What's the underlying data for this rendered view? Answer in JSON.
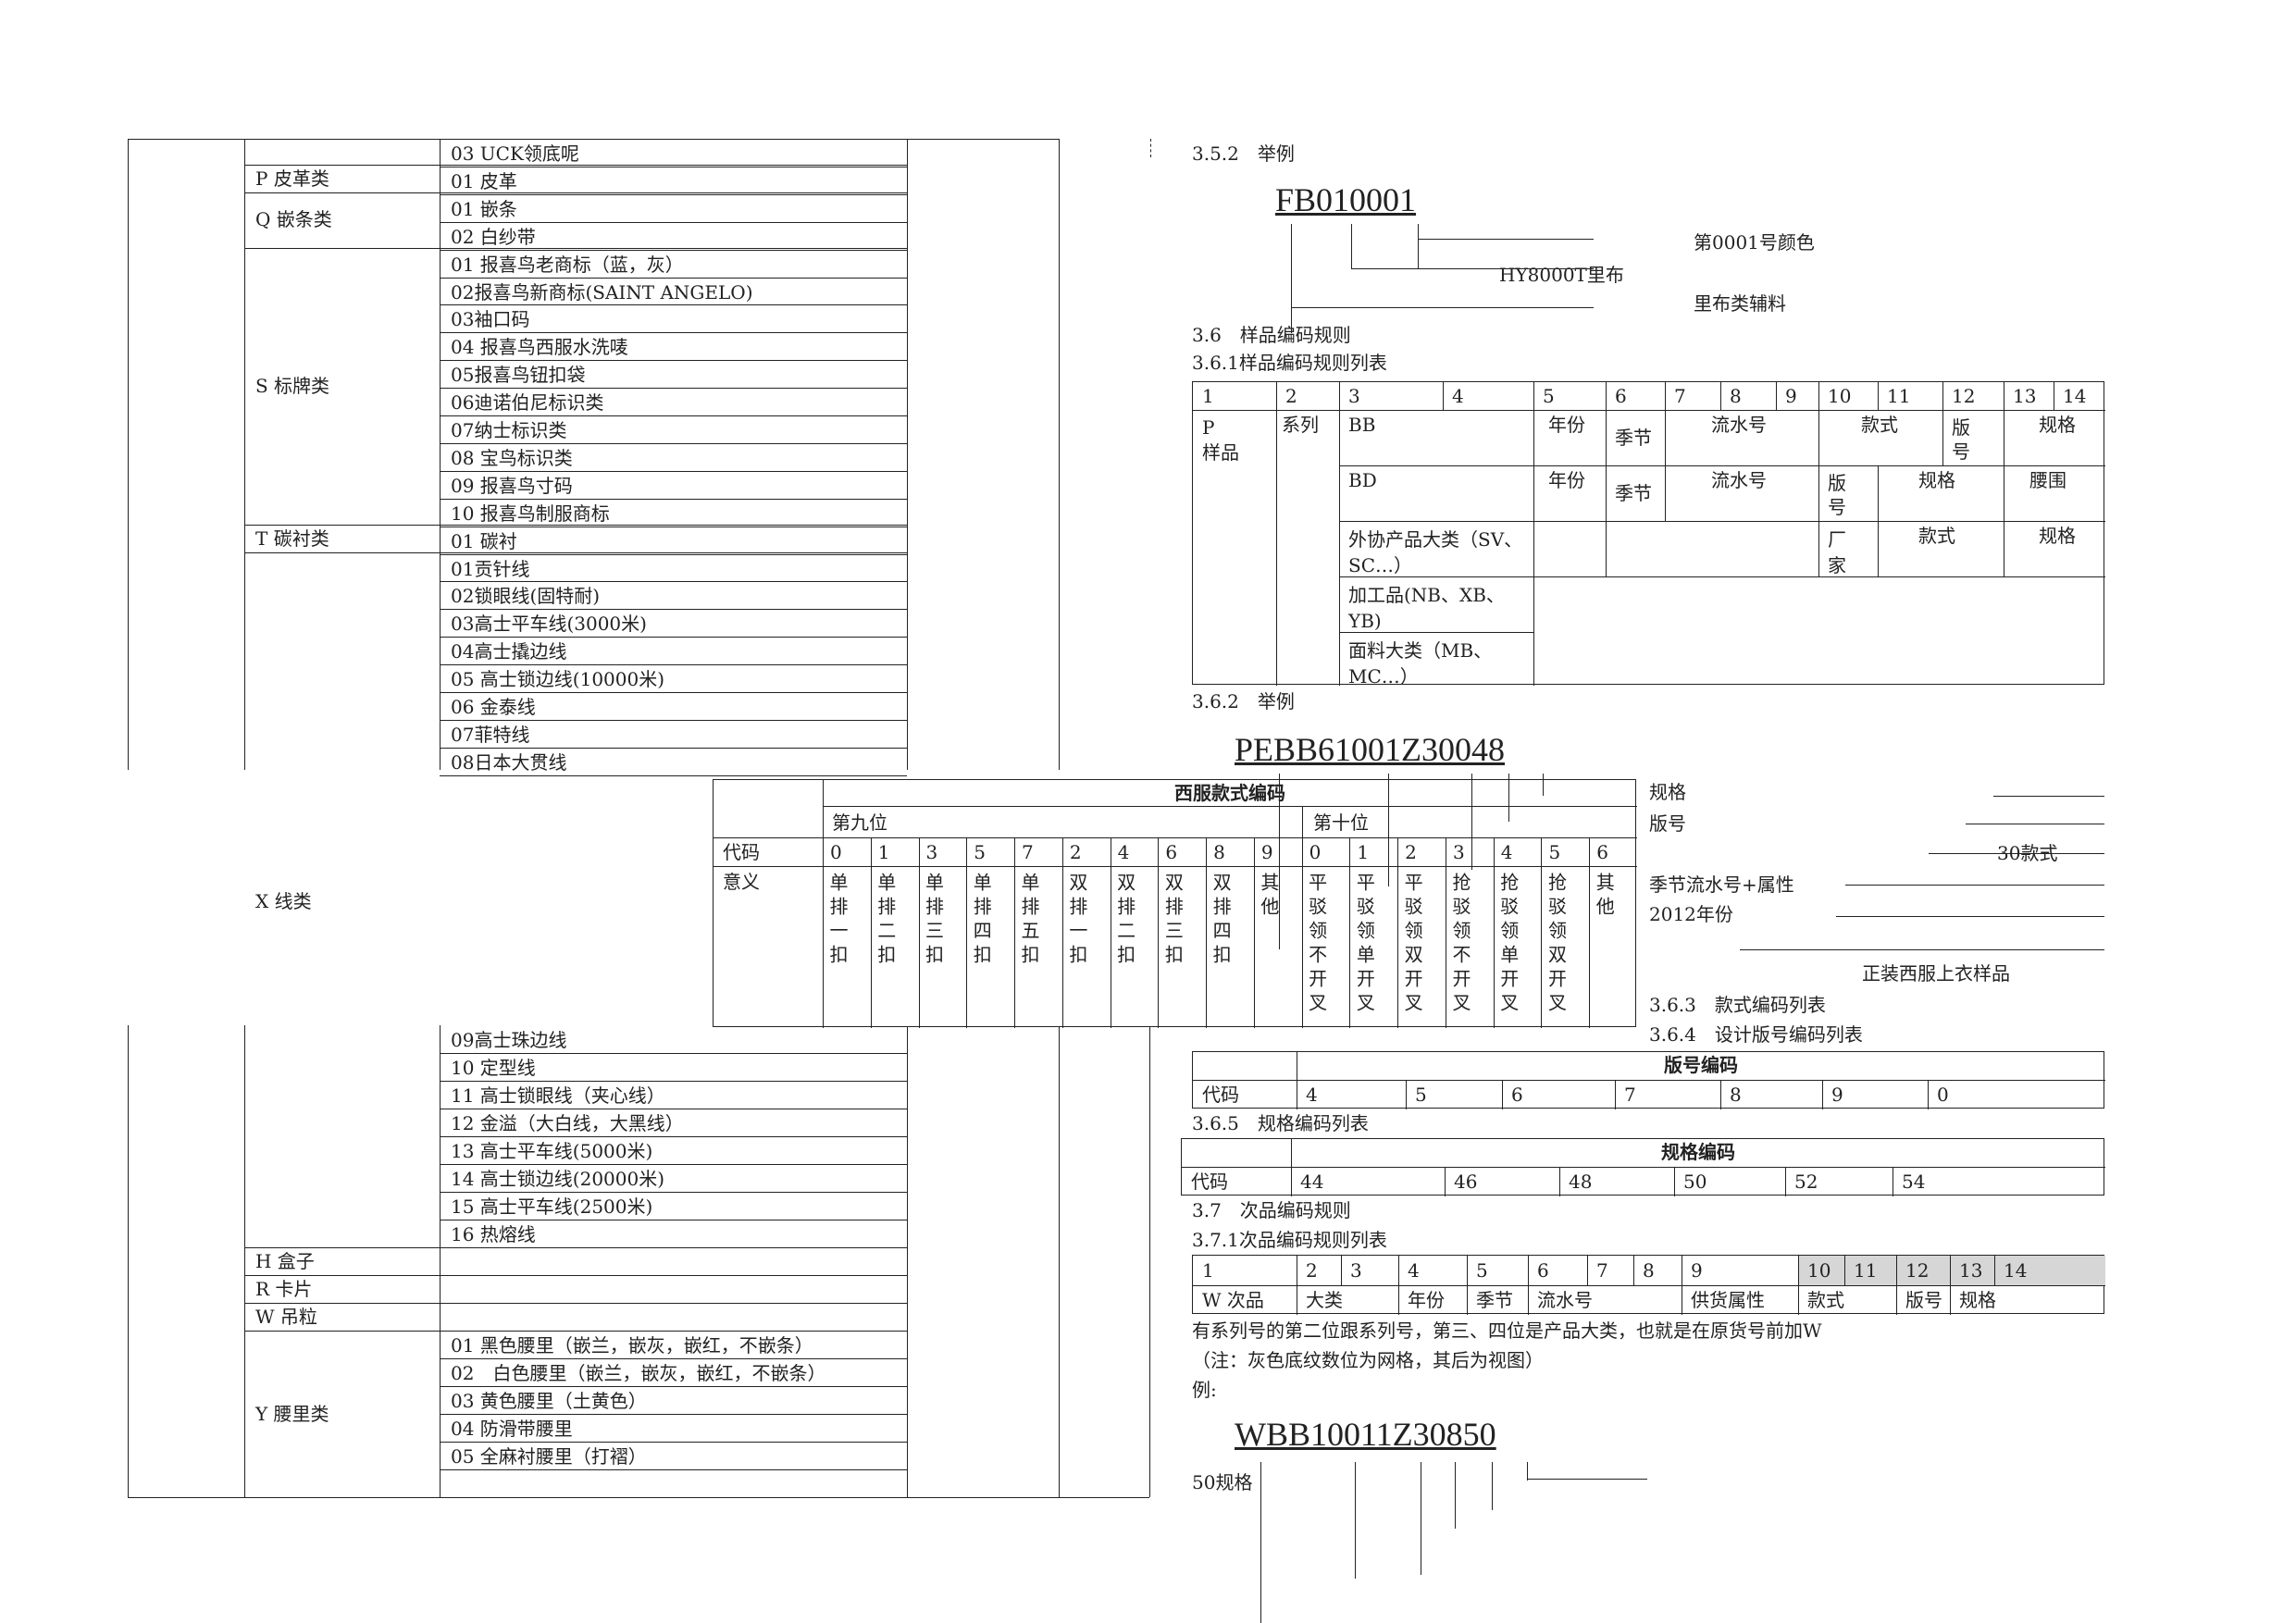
{
  "left_table": {
    "categories": [
      {
        "label": "P 皮革类"
      },
      {
        "label": "Q 嵌条类"
      },
      {
        "label": "S 标牌类"
      },
      {
        "label": "T 碳衬类"
      },
      {
        "label": "X 线类"
      },
      {
        "label": "H 盒子"
      },
      {
        "label": "R 卡片"
      },
      {
        "label": "W 吊粒"
      },
      {
        "label": "Y 腰里类"
      }
    ],
    "items_top": [
      "03 UCK领底呢",
      "01 皮革",
      "01 嵌条",
      "02 白纱带",
      "01 报喜鸟老商标（蓝，灰）",
      "02报喜鸟新商标(SAINT ANGELO)",
      "03袖口码",
      "04 报喜鸟西服水洗唛",
      "05报喜鸟钮扣袋",
      "06迪诺伯尼标识类",
      "07纳士标识类",
      "08 宝鸟标识类",
      "09 报喜鸟寸码",
      "10 报喜鸟制服商标",
      "01 碳衬",
      "01贡针线",
      "02锁眼线(固特耐)",
      "03高士平车线(3000米)",
      "04高士撬边线",
      "05 高士锁边线(10000米)",
      "06 金泰线",
      "07菲特线",
      "08日本大贯线"
    ],
    "items_bottom": [
      "09高士珠边线",
      "10 定型线",
      "11 高士锁眼线（夹心线）",
      "12 金溢（大白线，大黑线）",
      "13 高士平车线(5000米)",
      "14 高士锁边线(20000米)",
      "15 高士平车线(2500米)",
      "16 热熔线"
    ],
    "items_y": [
      "01 黑色腰里（嵌兰，嵌灰，嵌红，不嵌条）",
      "02　白色腰里（嵌兰，嵌灰，嵌红，不嵌条）",
      "03 黄色腰里（土黄色）",
      "04 防滑带腰里",
      "05 全麻衬腰里（打褶）"
    ]
  },
  "style_table": {
    "title": "西服款式编码",
    "group9": "第九位",
    "group10": "第十位",
    "code_label": "代码",
    "meaning_label": "意义",
    "codes": [
      "0",
      "1",
      "3",
      "5",
      "7",
      "2",
      "4",
      "6",
      "8",
      "9",
      "0",
      "1",
      "2",
      "3",
      "4",
      "5",
      "6"
    ],
    "meanings": [
      "单排一扣",
      "单排二扣",
      "单排三扣",
      "单排四扣",
      "单排五扣",
      "双排一扣",
      "双排二扣",
      "双排三扣",
      "双排四扣",
      "其他",
      "平驳领不开叉",
      "平驳领单开叉",
      "平驳领双开叉",
      "抢驳领不开叉",
      "抢驳领单开叉",
      "抢驳领双开叉",
      "其他"
    ]
  },
  "right": {
    "s352": "3.5.2　举例",
    "example1": {
      "code": "FB010001",
      "l1": "第0001号颜色",
      "l2": "HY8000T里布",
      "l3": "里布类辅料"
    },
    "s36": "3.6　样品编码规则",
    "s361": "3.6.1样品编码规则列表",
    "sample_header": [
      "1",
      "2",
      "3",
      "4",
      "5",
      "6",
      "7",
      "8",
      "9",
      "10",
      "11",
      "12",
      "13",
      "14"
    ],
    "sample": {
      "p": "P\n样品",
      "xilie": "系列",
      "bb": "BB",
      "nianfen": "年份",
      "jijie": "季节",
      "liushui": "流水号",
      "kuanshi": "款式",
      "banhao": "版号",
      "guige": "规格",
      "bd": "BD",
      "nianfen2": "年份",
      "jijie2": "季节",
      "liushui2": "流水号",
      "banhao2": "版号",
      "guige2": "规格",
      "yaowei": "腰围",
      "waixie": "外协产品大类（SV、SC…）",
      "changjia": "厂家",
      "kuanshi2": "款式",
      "guige3": "规格",
      "jiagong": "加工品(NB、XB、YB)",
      "mianliao": "面料大类（MB、MC…）"
    },
    "s362": "3.6.2　举例",
    "example2": {
      "code": "PEBB61001Z30048",
      "l1": "规格",
      "l2": "版号",
      "l3": "30款式",
      "l4": "季节流水号+属性",
      "l5": "2012年份",
      "l6": "正装西服上衣样品"
    },
    "s363": "3.6.3　款式编码列表",
    "s364": "3.6.4　设计版号编码列表",
    "banhao_table": {
      "title": "版号编码",
      "label": "代码",
      "values": [
        "4",
        "5",
        "6",
        "7",
        "8",
        "9",
        "0"
      ]
    },
    "s365": "3.6.5　规格编码列表",
    "guige_table": {
      "title": "规格编码",
      "label": "代码",
      "values": [
        "44",
        "46",
        "48",
        "50",
        "52",
        "54"
      ]
    },
    "s37": "3.7　次品编码规则",
    "s371": "3.7.1次品编码规则列表",
    "ci_header": [
      "1",
      "2",
      "3",
      "4",
      "5",
      "6",
      "7",
      "8",
      "9",
      "10",
      "11",
      "12",
      "13",
      "14"
    ],
    "ci_row": [
      "W 次品",
      "大类",
      "年份",
      "季节",
      "流水号",
      "供货属性",
      "款式",
      "版号",
      "规格"
    ],
    "note1": "有系列号的第二位跟系列号，第三、四位是产品大类，也就是在原货号前加W",
    "note2": "（注：灰色底纹数位为网格，其后为视图）",
    "note3": "例:",
    "example3": {
      "code": "WBB10011Z30850",
      "l1": "50规格"
    }
  }
}
